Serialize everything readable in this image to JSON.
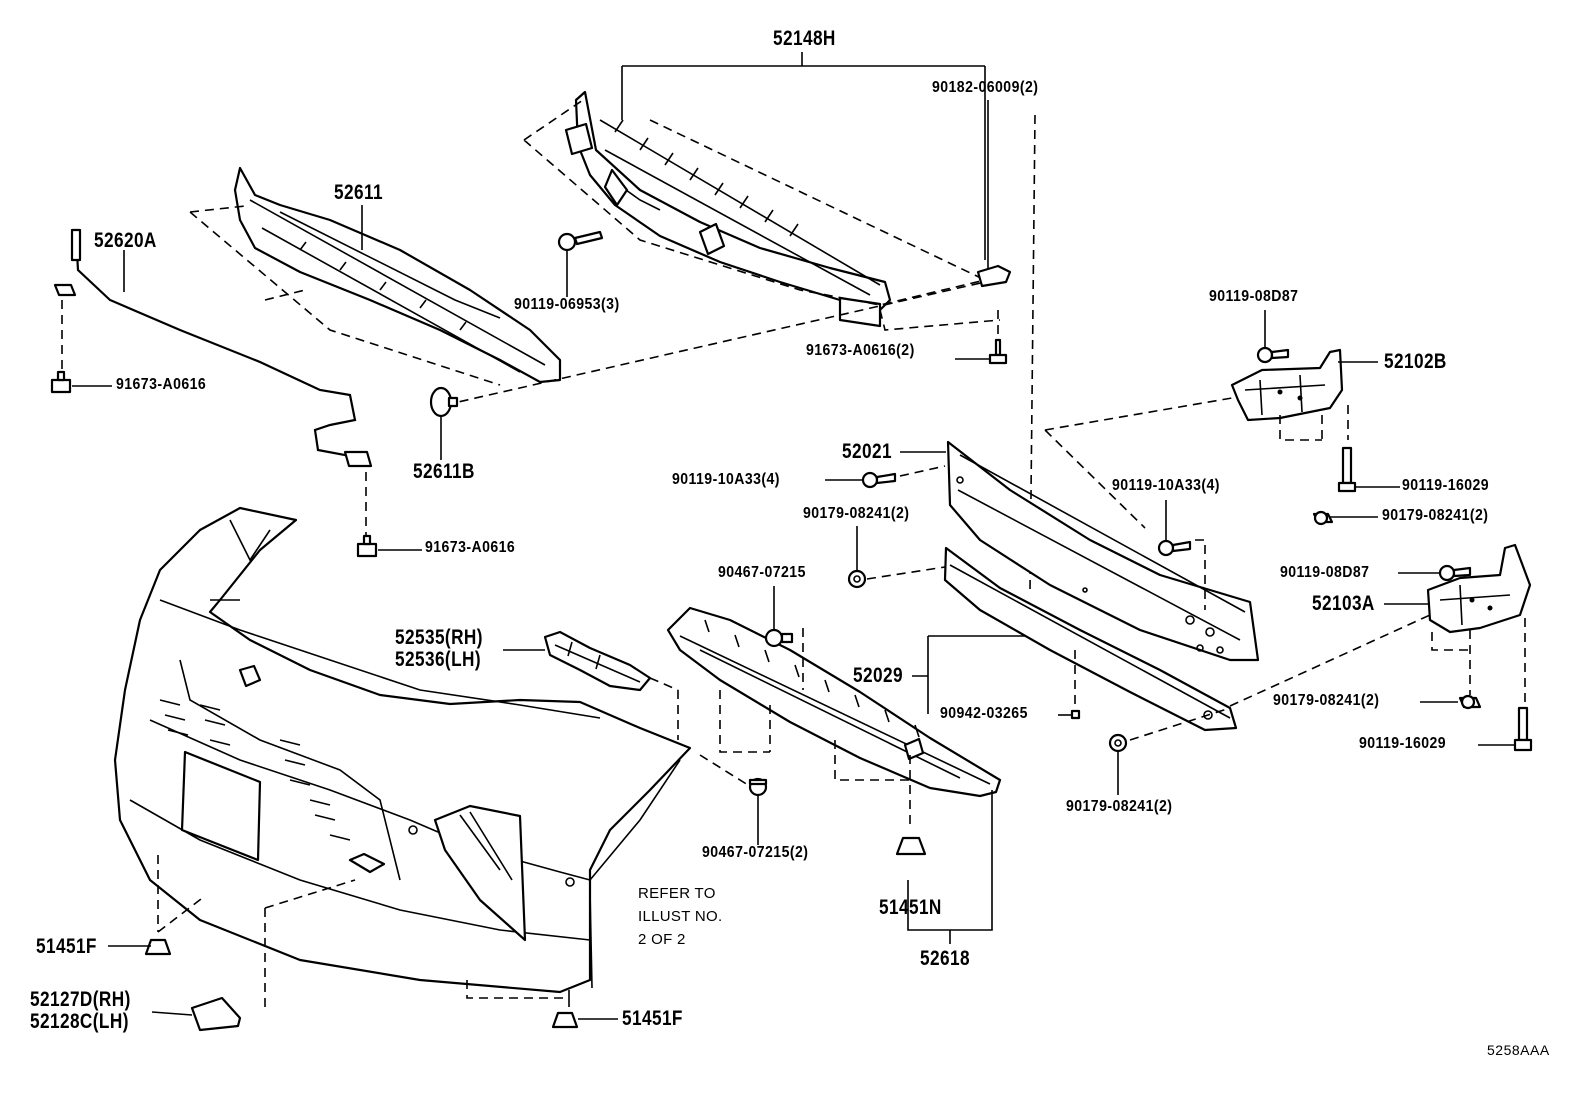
{
  "labels": {
    "p52148H": "52148H",
    "p90182": "90182-06009(2)",
    "p52611": "52611",
    "p52620A": "52620A",
    "p90119_06953": "90119-06953(3)",
    "p91673_top": "91673-A0616(2)",
    "p91673_left": "91673-A0616",
    "p52611B": "52611B",
    "p91673_mid": "91673-A0616",
    "p90119_08D87_top": "90119-08D87",
    "p52102B": "52102B",
    "p52021": "52021",
    "p90119_10A33_left": "90119-10A33(4)",
    "p90119_10A33_right": "90119-10A33(4)",
    "p90119_16029_top": "90119-16029",
    "p90179_left": "90179-08241(2)",
    "p90179_right": "90179-08241(2)",
    "p90467_top": "90467-07215",
    "p90119_08D87_mid": "90119-08D87",
    "p52103A": "52103A",
    "p52535": "52535(RH)",
    "p52536": "52536(LH)",
    "p52029": "52029",
    "p90942": "90942-03265",
    "p90179_lowright": "90179-08241(2)",
    "p90119_16029_low": "90119-16029",
    "p90179_bottom": "90179-08241(2)",
    "p90467_bottom": "90467-07215(2)",
    "p51451N": "51451N",
    "p52618": "52618",
    "p51451F_left": "51451F",
    "p51451F_bottom": "51451F",
    "p52127D": "52127D(RH)",
    "p52128C": "52128C(LH)",
    "refer_line1": "REFER TO",
    "refer_line2": "ILLUST NO.",
    "refer_line3": "2 OF 2",
    "diagram_code": "5258AAA"
  }
}
